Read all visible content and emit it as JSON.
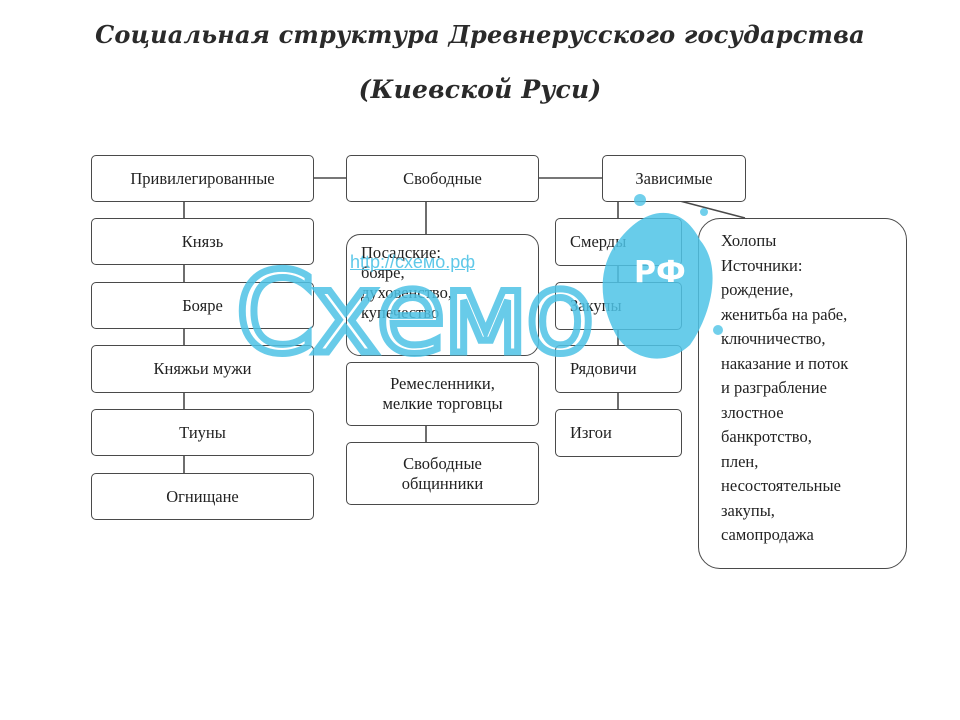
{
  "title": {
    "line1": "Социальная структура Древнерусского государства",
    "line2": "(Киевской Руси)"
  },
  "categories": {
    "privileged": "Привилегированные",
    "free": "Свободные",
    "dependent": "Зависимые"
  },
  "privileged_items": [
    "Князь",
    "Бояре",
    "Княжьи мужи",
    "Тиуны",
    "Огнищане"
  ],
  "free_items": {
    "posadskie": [
      "Посадские:",
      "бояре,",
      "духовенство,",
      "купечество"
    ],
    "craftsmen": [
      "Ремесленники,",
      "мелкие торговцы"
    ],
    "community": [
      "Свободные",
      "общинники"
    ]
  },
  "dependent_items": [
    "Смерды",
    "Закупы",
    "Рядовичи",
    "Изгои"
  ],
  "kholopy": [
    "Холопы",
    "Источники:",
    "рождение,",
    "женитьба на рабе,",
    "ключничество,",
    "наказание и поток",
    "и разграбление",
    "злостное",
    "банкротство,",
    "плен,",
    "несостоятельные",
    "закупы,",
    "самопродажа"
  ],
  "watermark": {
    "brand": "Схемо",
    "suffix": "РФ",
    "url": "http://схемо.рф",
    "color": "#4ec3e6"
  },
  "colors": {
    "border": "#4a4a4a",
    "text": "#222222",
    "watermark": "#4ec3e6"
  }
}
